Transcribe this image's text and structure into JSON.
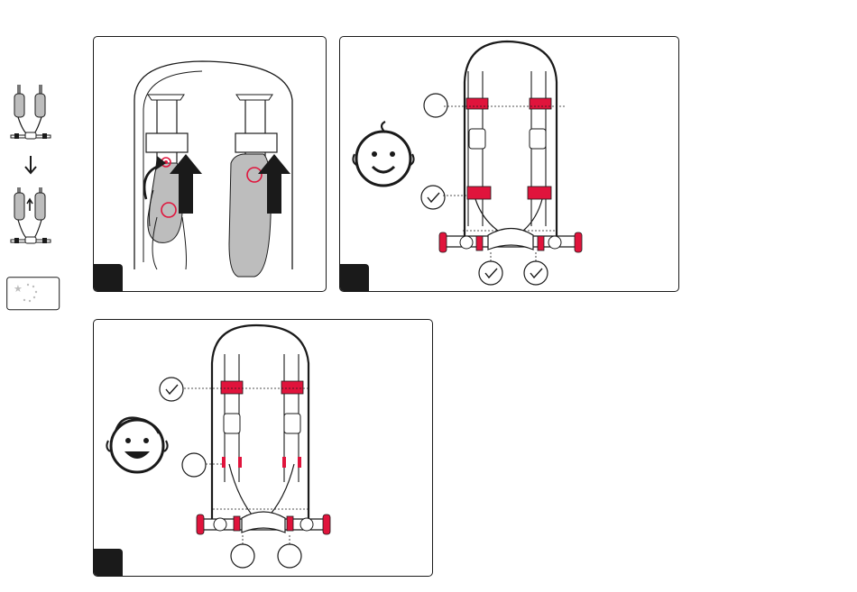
{
  "colors": {
    "stroke": "#1a1a1a",
    "accent": "#e0143c",
    "strap": "#cfcfcf",
    "background": "#ffffff"
  },
  "sidebar": {
    "icons": [
      "harness-strap-before-icon",
      "arrow-down-icon",
      "harness-strap-after-icon",
      "eu-flag-icon"
    ]
  },
  "panels": [
    {
      "id": "panel-1",
      "step_text": "",
      "icons": [
        "arrow-up-icon",
        "arrow-up-icon",
        "curved-arrow-icon"
      ]
    },
    {
      "id": "panel-2",
      "step_text": "",
      "icons": [
        "baby-face-icon",
        "check-circle-icon"
      ],
      "check_count": 3
    },
    {
      "id": "panel-3",
      "step_text": "",
      "icons": [
        "child-face-icon",
        "check-circle-icon"
      ],
      "check_count": 1
    }
  ]
}
